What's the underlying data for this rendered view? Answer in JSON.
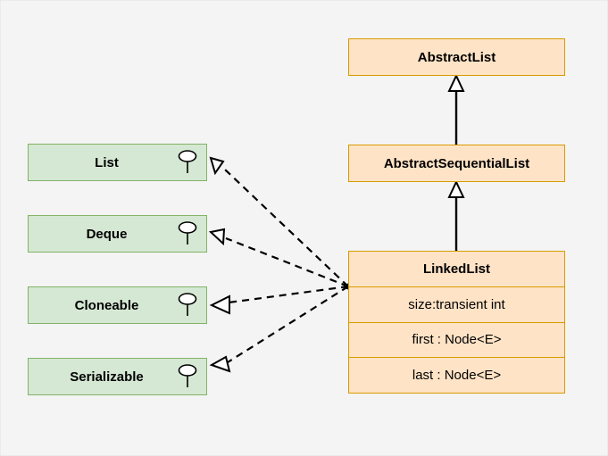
{
  "diagram": {
    "type": "uml-class-diagram",
    "background_color": "#f4f4f4",
    "class_fill_color": "#ffe3c6",
    "class_stroke_color": "#d79b00",
    "interface_fill_color": "#d5e8d4",
    "interface_stroke_color": "#82b366",
    "edge_color": "#000000",
    "classes": [
      {
        "id": "abstract-list",
        "name": "AbstractList",
        "attributes": []
      },
      {
        "id": "abstract-sequential-list",
        "name": "AbstractSequentialList",
        "attributes": []
      },
      {
        "id": "linked-list",
        "name": "LinkedList",
        "attributes": [
          "size:transient int",
          "first : Node<E>",
          "last : Node<E>"
        ]
      }
    ],
    "interfaces": [
      {
        "id": "list",
        "name": "List",
        "icon": "interface-lollipop-icon"
      },
      {
        "id": "deque",
        "name": "Deque",
        "icon": "interface-lollipop-icon"
      },
      {
        "id": "cloneable",
        "name": "Cloneable",
        "icon": "interface-lollipop-icon"
      },
      {
        "id": "serializable",
        "name": "Serializable",
        "icon": "interface-lollipop-icon"
      }
    ],
    "relationships": [
      {
        "kind": "generalization",
        "from": "abstract-sequential-list",
        "to": "abstract-list",
        "style": "solid-hollow-triangle"
      },
      {
        "kind": "generalization",
        "from": "linked-list",
        "to": "abstract-sequential-list",
        "style": "solid-hollow-triangle"
      },
      {
        "kind": "realization",
        "from": "linked-list",
        "to": "list",
        "style": "dashed-hollow-triangle"
      },
      {
        "kind": "realization",
        "from": "linked-list",
        "to": "deque",
        "style": "dashed-hollow-triangle"
      },
      {
        "kind": "realization",
        "from": "linked-list",
        "to": "cloneable",
        "style": "dashed-hollow-triangle"
      },
      {
        "kind": "realization",
        "from": "linked-list",
        "to": "serializable",
        "style": "dashed-hollow-triangle"
      }
    ]
  }
}
